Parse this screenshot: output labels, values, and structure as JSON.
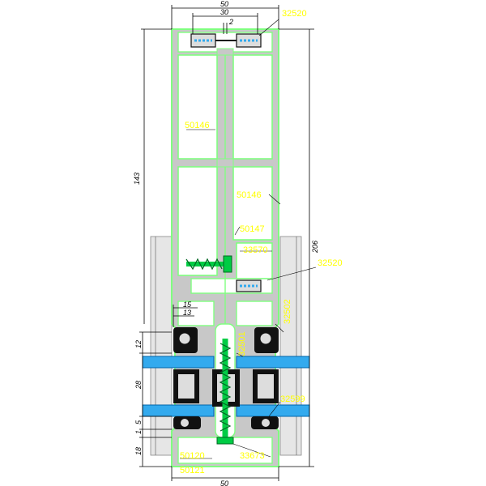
{
  "drawing": {
    "dimensions": {
      "top_width": "50",
      "top_inner": "30",
      "top_gap": "2",
      "bottom_width": "50",
      "left_total": "143",
      "right_total": "206",
      "d15": "15",
      "d13": "13",
      "d12": "12",
      "d28": "28",
      "d5": "5",
      "d1": "1",
      "d18": "18"
    },
    "part_labels": {
      "p32520_top": "32520",
      "p50146_a": "50146",
      "p50146_b": "50146",
      "p50147": "50147",
      "p33570": "33570",
      "p32520_mid": "32520",
      "p32502": "32502",
      "p32501": "32501",
      "p32599": "32599",
      "p33673": "33673",
      "p50120": "50120",
      "p50121": "50121"
    },
    "colors": {
      "profile_fill": "#c8c8c8",
      "profile_outline": "#80ff80",
      "glass": "#33aaee",
      "gasket": "#111111",
      "screw": "#00cc44",
      "label": "#ffff00"
    }
  }
}
